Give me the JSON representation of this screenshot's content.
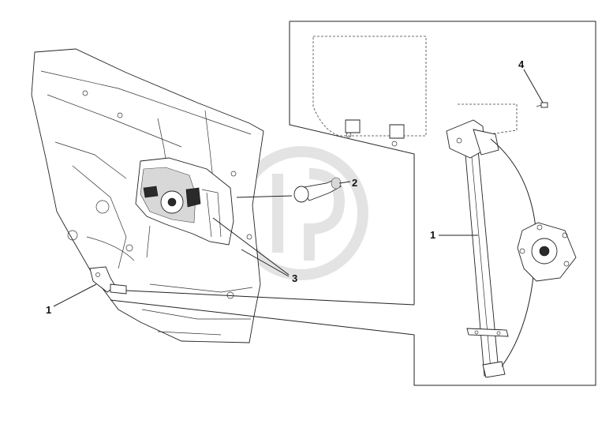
{
  "callouts": {
    "label_1_left": "1",
    "label_1_right": "1",
    "label_2": "2",
    "label_3": "3",
    "label_4": "4"
  },
  "icons": {
    "watermark": "watermark-logo-icon",
    "door_panel": "door-inner-panel-icon",
    "window_regulator": "window-regulator-assembly-icon",
    "crank_handle": "window-crank-handle-icon",
    "glass": "door-glass-icon",
    "clip": "fastener-clip-icon"
  },
  "colors": {
    "line": "#222222",
    "watermark": "#e3e3e3",
    "background": "#ffffff"
  }
}
